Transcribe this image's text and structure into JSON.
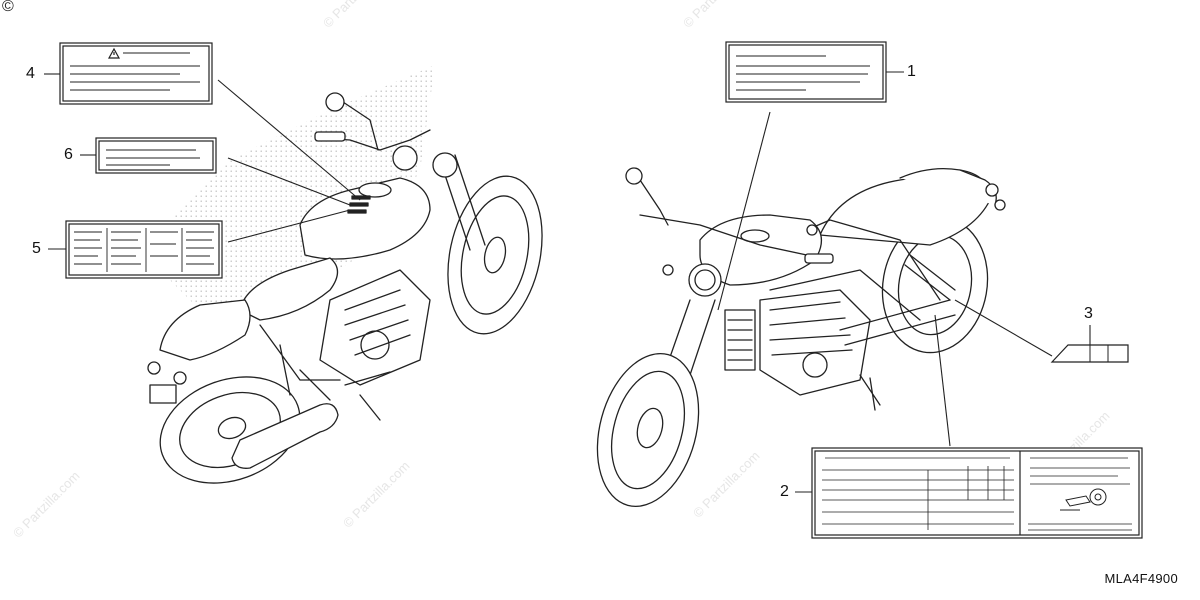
{
  "diagram": {
    "reference_code": "MLA4F4900",
    "corner_symbol": "©",
    "watermark_text": "© Partzilla.com",
    "callouts": [
      {
        "id": "c1",
        "label": "1"
      },
      {
        "id": "c2",
        "label": "2"
      },
      {
        "id": "c3",
        "label": "3"
      },
      {
        "id": "c4",
        "label": "4"
      },
      {
        "id": "c5",
        "label": "5"
      },
      {
        "id": "c6",
        "label": "6"
      }
    ]
  }
}
